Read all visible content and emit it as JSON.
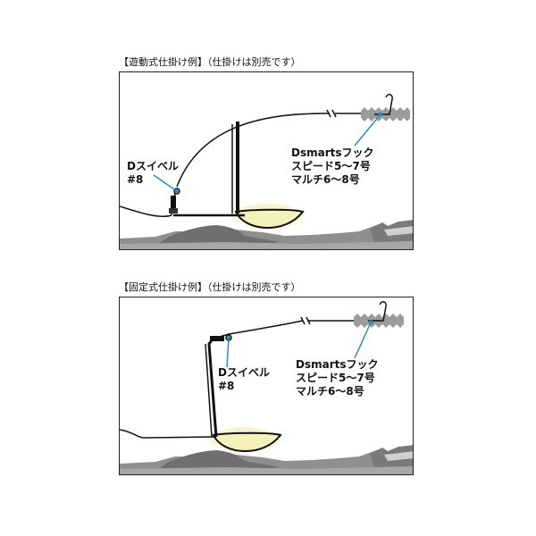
{
  "diagrams": [
    {
      "caption": "【遊動式仕掛け例】（仕掛けは別売です）",
      "swivel_name": "Dスイベル",
      "swivel_size": "#8",
      "hook_name": "Dsmartsフック",
      "hook_speed": "スピード5〜7号",
      "hook_multi": "マルチ6〜8号"
    },
    {
      "caption": "【固定式仕掛け例】（仕掛けは別売です）",
      "swivel_name": "Dスイベル",
      "swivel_size": "#8",
      "hook_name": "Dsmartsフック",
      "hook_speed": "スピード5〜7号",
      "hook_multi": "マルチ6〜8号"
    }
  ],
  "colors": {
    "line": "#111111",
    "leader_callout": "#2a8fb8",
    "spoon_glow": "#f3efb0",
    "seabed": "#8f8f8f"
  }
}
